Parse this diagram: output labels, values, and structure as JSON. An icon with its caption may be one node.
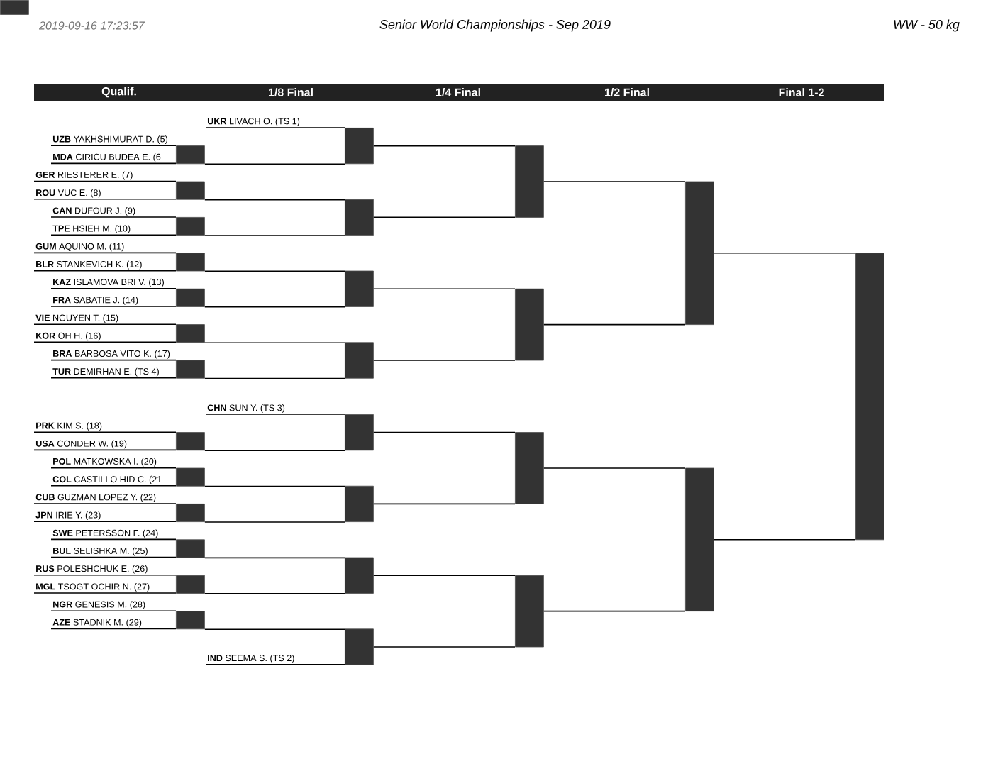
{
  "diagram": {
    "title": "Senior World Championships - Sep 2019",
    "nodes": [
      {
        "text": [
          "**UKR** LIVACH O. (TS 1)"
        ]
      },
      {
        "text": [
          "**UZB** YAKHSHIMURAT D. (5)"
        ]
      },
      {
        "text": [
          "**MDA** CIRICU BUDEA E. (6"
        ]
      },
      {
        "text": [
          "**GER** RIESTERER E. (7)"
        ]
      },
      {
        "text": [
          "**ROU** VUC E. (8)"
        ]
      },
      {
        "text": [
          "**CAN** DUFOUR J. (9)"
        ]
      },
      {
        "text": [
          "**TPE** HSIEH M. (10)"
        ]
      },
      {
        "text": [
          "**GUM** AQUINO M. (11)"
        ]
      },
      {
        "text": [
          "**BLR** STANKEVICH K. (12)"
        ]
      },
      {
        "text": [
          "**KAZ** ISLAMOVA BRI V. (13)"
        ]
      },
      {
        "text": [
          "**FRA** SABATIE J. (14)"
        ]
      },
      {
        "text": [
          "**VIE** NGUYEN T. (15)"
        ]
      },
      {
        "text": [
          "**KOR** OH H. (16)"
        ]
      },
      {
        "text": [
          "**BRA** BARBOSA VITO K. (17)"
        ]
      },
      {
        "text": [
          "**TUR** DEMIRHAN E. (TS 4)"
        ]
      },
      {
        "text": [
          "**CHN** SUN Y. (TS 3)"
        ]
      },
      {
        "text": [
          "**PRK** KIM S. (18)"
        ]
      },
      {
        "text": [
          "**USA** CONDER W. (19)"
        ]
      },
      {
        "text": [
          "**POL** MATKOWSKA I. (20)"
        ]
      },
      {
        "text": [
          "**COL** CASTILLO HID C. (21"
        ]
      },
      {
        "text": [
          "**CUB** GUZMAN LOPEZ Y. (22)"
        ]
      },
      {
        "text": [
          "**JPN** IRIE Y. (23)"
        ]
      },
      {
        "text": [
          "**SWE** PETERSSON F. (24)"
        ]
      },
      {
        "text": [
          "**BUL** SELISHKA M. (25)"
        ]
      },
      {
        "text": [
          "**RUS** POLESHCHUK E. (26)"
        ]
      },
      {
        "text": [
          "**MGL** TSOGT OCHIR N. (27)"
        ]
      },
      {
        "text": [
          "**NGR** GENESIS M. (28)"
        ]
      },
      {
        "text": [
          "**AZE** STADNIK M. (29)"
        ]
      },
      {
        "text": [
          "**IND** SEEMA S. (TS 2)"
        ]
      },
      {
        "text": [],
        "shape": "bar"
      },
      {
        "text": [],
        "shape": "bar"
      },
      {
        "text": [],
        "shape": "bar"
      },
      {
        "text": [],
        "shape": "bar"
      },
      {
        "text": [],
        "shape": "bar"
      },
      {
        "text": [],
        "shape": "bar"
      },
      {
        "text": [],
        "shape": "bar"
      },
      {
        "text": [],
        "shape": "bar"
      },
      {
        "text": [],
        "shape": "bar"
      },
      {
        "text": [],
        "shape": "bar"
      },
      {
        "text": [],
        "shape": "bar"
      },
      {
        "text": [],
        "shape": "bar"
      },
      {
        "text": [],
        "shape": "bar"
      },
      {
        "text": [],
        "shape": "bar"
      },
      {
        "text": [],
        "shape": "bar"
      },
      {
        "text": [],
        "shape": "bar"
      },
      {
        "text": [],
        "shape": "bar"
      },
      {
        "text": [],
        "shape": "bar"
      },
      {
        "text": [],
        "shape": "bar"
      },
      {
        "text": [],
        "shape": "bar"
      },
      {
        "text": [],
        "shape": "bar"
      },
      {
        "text": [],
        "shape": "bar"
      },
      {
        "text": [],
        "shape": "bar"
      },
      {
        "text": [],
        "shape": "bar"
      },
      {
        "text": [],
        "shape": "bar"
      },
      {
        "text": [],
        "shape": "bar"
      },
      {
        "text": [],
        "shape": "bar"
      },
      {
        "text": [],
        "shape": "bar"
      },
      {
        "text": [],
        "shape": "bar"
      }
    ],
    "edges": [
      {
        "from": 1,
        "to": 29,
        "arrow": "none"
      },
      {
        "from": 2,
        "to": 29,
        "arrow": "none"
      },
      {
        "from": 3,
        "to": 30,
        "arrow": "none"
      },
      {
        "from": 4,
        "to": 30,
        "arrow": "none"
      },
      {
        "from": 5,
        "to": 31,
        "arrow": "none"
      },
      {
        "from": 6,
        "to": 31,
        "arrow": "none"
      },
      {
        "from": 7,
        "to": 32,
        "arrow": "none"
      },
      {
        "from": 8,
        "to": 32,
        "arrow": "none"
      },
      {
        "from": 9,
        "to": 33,
        "arrow": "none"
      },
      {
        "from": 10,
        "to": 33,
        "arrow": "none"
      },
      {
        "from": 11,
        "to": 34,
        "arrow": "none"
      },
      {
        "from": 12,
        "to": 34,
        "arrow": "none"
      },
      {
        "from": 13,
        "to": 35,
        "arrow": "none"
      },
      {
        "from": 14,
        "to": 35,
        "arrow": "none"
      },
      {
        "from": 16,
        "to": 36,
        "arrow": "none"
      },
      {
        "from": 17,
        "to": 36,
        "arrow": "none"
      },
      {
        "from": 18,
        "to": 37,
        "arrow": "none"
      },
      {
        "from": 19,
        "to": 37,
        "arrow": "none"
      },
      {
        "from": 20,
        "to": 38,
        "arrow": "none"
      },
      {
        "from": 21,
        "to": 38,
        "arrow": "none"
      },
      {
        "from": 22,
        "to": 39,
        "arrow": "none"
      },
      {
        "from": 23,
        "to": 39,
        "arrow": "none"
      },
      {
        "from": 24,
        "to": 40,
        "arrow": "none"
      },
      {
        "from": 25,
        "to": 40,
        "arrow": "none"
      },
      {
        "from": 26,
        "to": 41,
        "arrow": "none"
      },
      {
        "from": 27,
        "to": 41,
        "arrow": "none"
      },
      {
        "from": 0,
        "to": 42,
        "arrow": "none"
      },
      {
        "from": 29,
        "to": 42,
        "arrow": "none"
      },
      {
        "from": 30,
        "to": 43,
        "arrow": "none"
      },
      {
        "from": 31,
        "to": 43,
        "arrow": "none"
      },
      {
        "from": 32,
        "to": 44,
        "arrow": "none"
      },
      {
        "from": 33,
        "to": 44,
        "arrow": "none"
      },
      {
        "from": 34,
        "to": 45,
        "arrow": "none"
      },
      {
        "from": 35,
        "to": 45,
        "arrow": "none"
      },
      {
        "from": 15,
        "to": 46,
        "arrow": "none"
      },
      {
        "from": 36,
        "to": 46,
        "arrow": "none"
      },
      {
        "from": 37,
        "to": 47,
        "arrow": "none"
      },
      {
        "from": 38,
        "to": 47,
        "arrow": "none"
      },
      {
        "from": 39,
        "to": 48,
        "arrow": "none"
      },
      {
        "from": 40,
        "to": 48,
        "arrow": "none"
      },
      {
        "from": 41,
        "to": 49,
        "arrow": "none"
      },
      {
        "from": 28,
        "to": 49,
        "arrow": "none"
      },
      {
        "from": 42,
        "to": 50,
        "arrow": "none"
      },
      {
        "from": 43,
        "to": 50,
        "arrow": "none"
      },
      {
        "from": 44,
        "to": 51,
        "arrow": "none"
      },
      {
        "from": 45,
        "to": 51,
        "arrow": "none"
      },
      {
        "from": 46,
        "to": 52,
        "arrow": "none"
      },
      {
        "from": 47,
        "to": 52,
        "arrow": "none"
      },
      {
        "from": 48,
        "to": 53,
        "arrow": "none"
      },
      {
        "from": 49,
        "to": 53,
        "arrow": "none"
      },
      {
        "from": 50,
        "to": 54,
        "arrow": "none"
      },
      {
        "from": 51,
        "to": 54,
        "arrow": "none"
      },
      {
        "from": 52,
        "to": 55,
        "arrow": "none"
      },
      {
        "from": 53,
        "to": 55,
        "arrow": "none"
      },
      {
        "from": 54,
        "to": 56,
        "arrow": "none"
      },
      {
        "from": 55,
        "to": 56,
        "arrow": "none"
      }
    ],
    "labels": [
      "2019-09-16 17:23:57",
      "WW - 50 kg",
      "Qualif.",
      "1/8 Final",
      "1/4 Final",
      "1/2 Final",
      "Final 1-2"
    ]
  }
}
